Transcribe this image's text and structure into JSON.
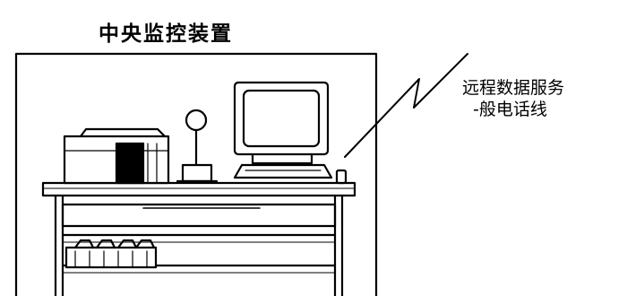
{
  "diagram": {
    "title": "中央监控装置",
    "remote_label_line1": "远程数据服务",
    "remote_label_line2": "-般电话线"
  }
}
